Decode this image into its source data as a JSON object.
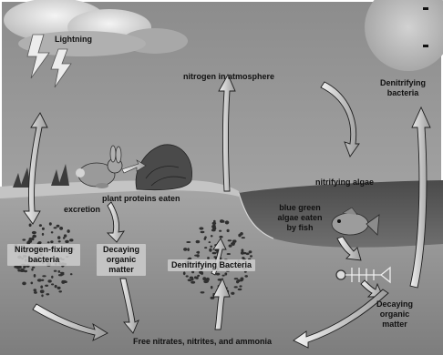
{
  "labels": {
    "lightning": "Lightning",
    "nitrogen_atmosphere": "nitrogen in atmosphere",
    "denitrifying_top_line1": "Denitrifying",
    "denitrifying_top_line2": "bacteria",
    "plant_proteins": "plant proteins eaten",
    "excretion": "excretion",
    "nitrifying_algae": "nitrifying algae",
    "blue_green_line1": "blue green",
    "blue_green_line2": "algae eaten",
    "blue_green_line3": "by fish",
    "nitrogen_fixing_line1": "Nitrogen-fixing",
    "nitrogen_fixing_line2": "bacteria",
    "decaying_left_line1": "Decaying",
    "decaying_left_line2": "organic",
    "decaying_left_line3": "matter",
    "denitrifying_bottom": "Denitrifying Bacteria",
    "decaying_right_line1": "Decaying",
    "decaying_right_line2": "organic",
    "decaying_right_line3": "matter",
    "free_nitrates": "Free nitrates, nitrites, and ammonia"
  },
  "colors": {
    "sky": "#9a9a9a",
    "sky_light": "#c8c8c8",
    "land": "#b0b0b0",
    "soil": "#8f8f8f",
    "water": "#5e5e5e",
    "arrow_fill": "#d6d6d6",
    "arrow_stroke": "#2a2a2a",
    "bacteria": "#3a3a3a"
  }
}
